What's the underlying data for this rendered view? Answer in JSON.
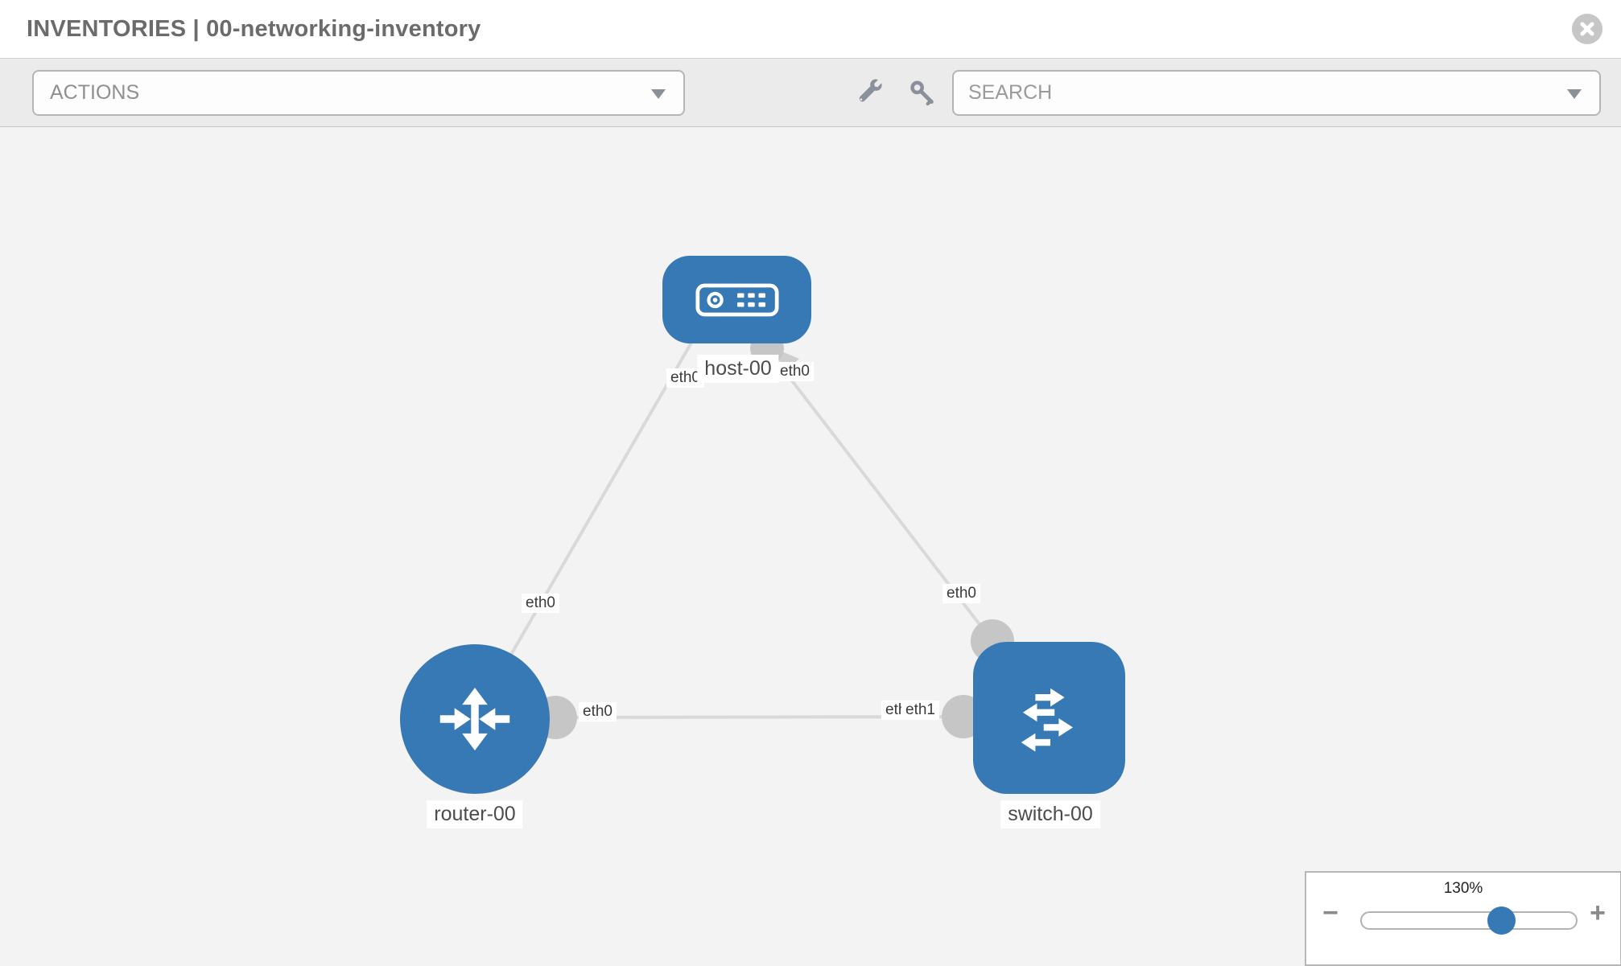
{
  "header": {
    "title": "INVENTORIES | 00-networking-inventory",
    "close_icon": "close-icon"
  },
  "toolbar": {
    "actions_label": "ACTIONS",
    "search_placeholder": "SEARCH",
    "icons": [
      "wrench-icon",
      "key-icon"
    ]
  },
  "topology": {
    "nodes": [
      {
        "name": "host-00",
        "type": "host",
        "icon": "server-icon"
      },
      {
        "name": "router-00",
        "type": "router",
        "icon": "router-arrows-icon"
      },
      {
        "name": "switch-00",
        "type": "switch",
        "icon": "switch-arrows-icon"
      }
    ],
    "links": [
      {
        "source": "host-00",
        "target": "router-00",
        "source_interface": "eth0",
        "target_interface": "eth0"
      },
      {
        "source": "host-00",
        "target": "switch-00",
        "source_interface": "eth0",
        "target_interface": "eth0"
      },
      {
        "source": "router-00",
        "target": "switch-00",
        "source_interface": "eth0",
        "target_interface": "eth1",
        "target_overlapped_label": "eth0"
      }
    ]
  },
  "zoom_control": {
    "value": "130%",
    "percent": 130,
    "decrease_label": "−",
    "increase_label": "+"
  },
  "colors": {
    "node_blue": "#3679b5",
    "link_gray": "#d9d9d9",
    "interface_gray": "#c6c6c6",
    "toolbar_bg": "#ebebeb",
    "canvas_bg": "#f3f3f3"
  }
}
